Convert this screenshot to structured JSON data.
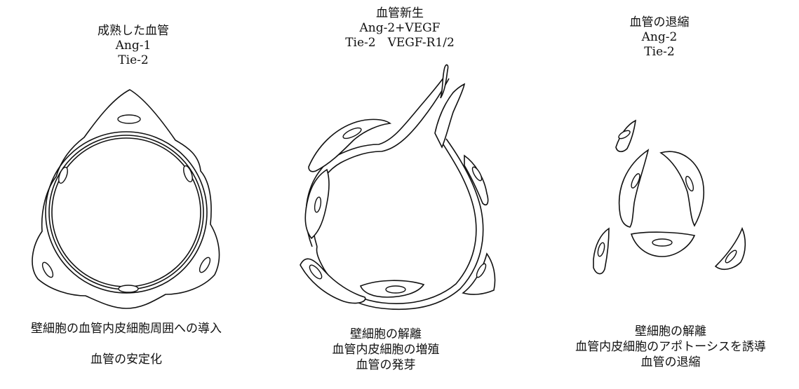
{
  "panels": [
    {
      "id": "mature",
      "title": "成熟した血管",
      "factors": [
        "Ang-1",
        "Tie-2"
      ],
      "caption": [
        "壁細胞の血管内皮細胞周囲への導入",
        "",
        "血管の安定化"
      ]
    },
    {
      "id": "angiogenesis",
      "title": "血管新生",
      "factors": [
        "Ang-2+VEGF",
        "Tie-2　VEGF-R1/2"
      ],
      "caption": [
        "壁細胞の解離",
        "血管内皮細胞の増殖",
        "血管の発芽"
      ]
    },
    {
      "id": "regression",
      "title": "血管の退縮",
      "factors": [
        "Ang-2",
        "Tie-2"
      ],
      "caption": [
        "壁細胞の解離",
        "血管内皮細胞のアポトーシスを誘導",
        "血管の退縮"
      ]
    }
  ]
}
